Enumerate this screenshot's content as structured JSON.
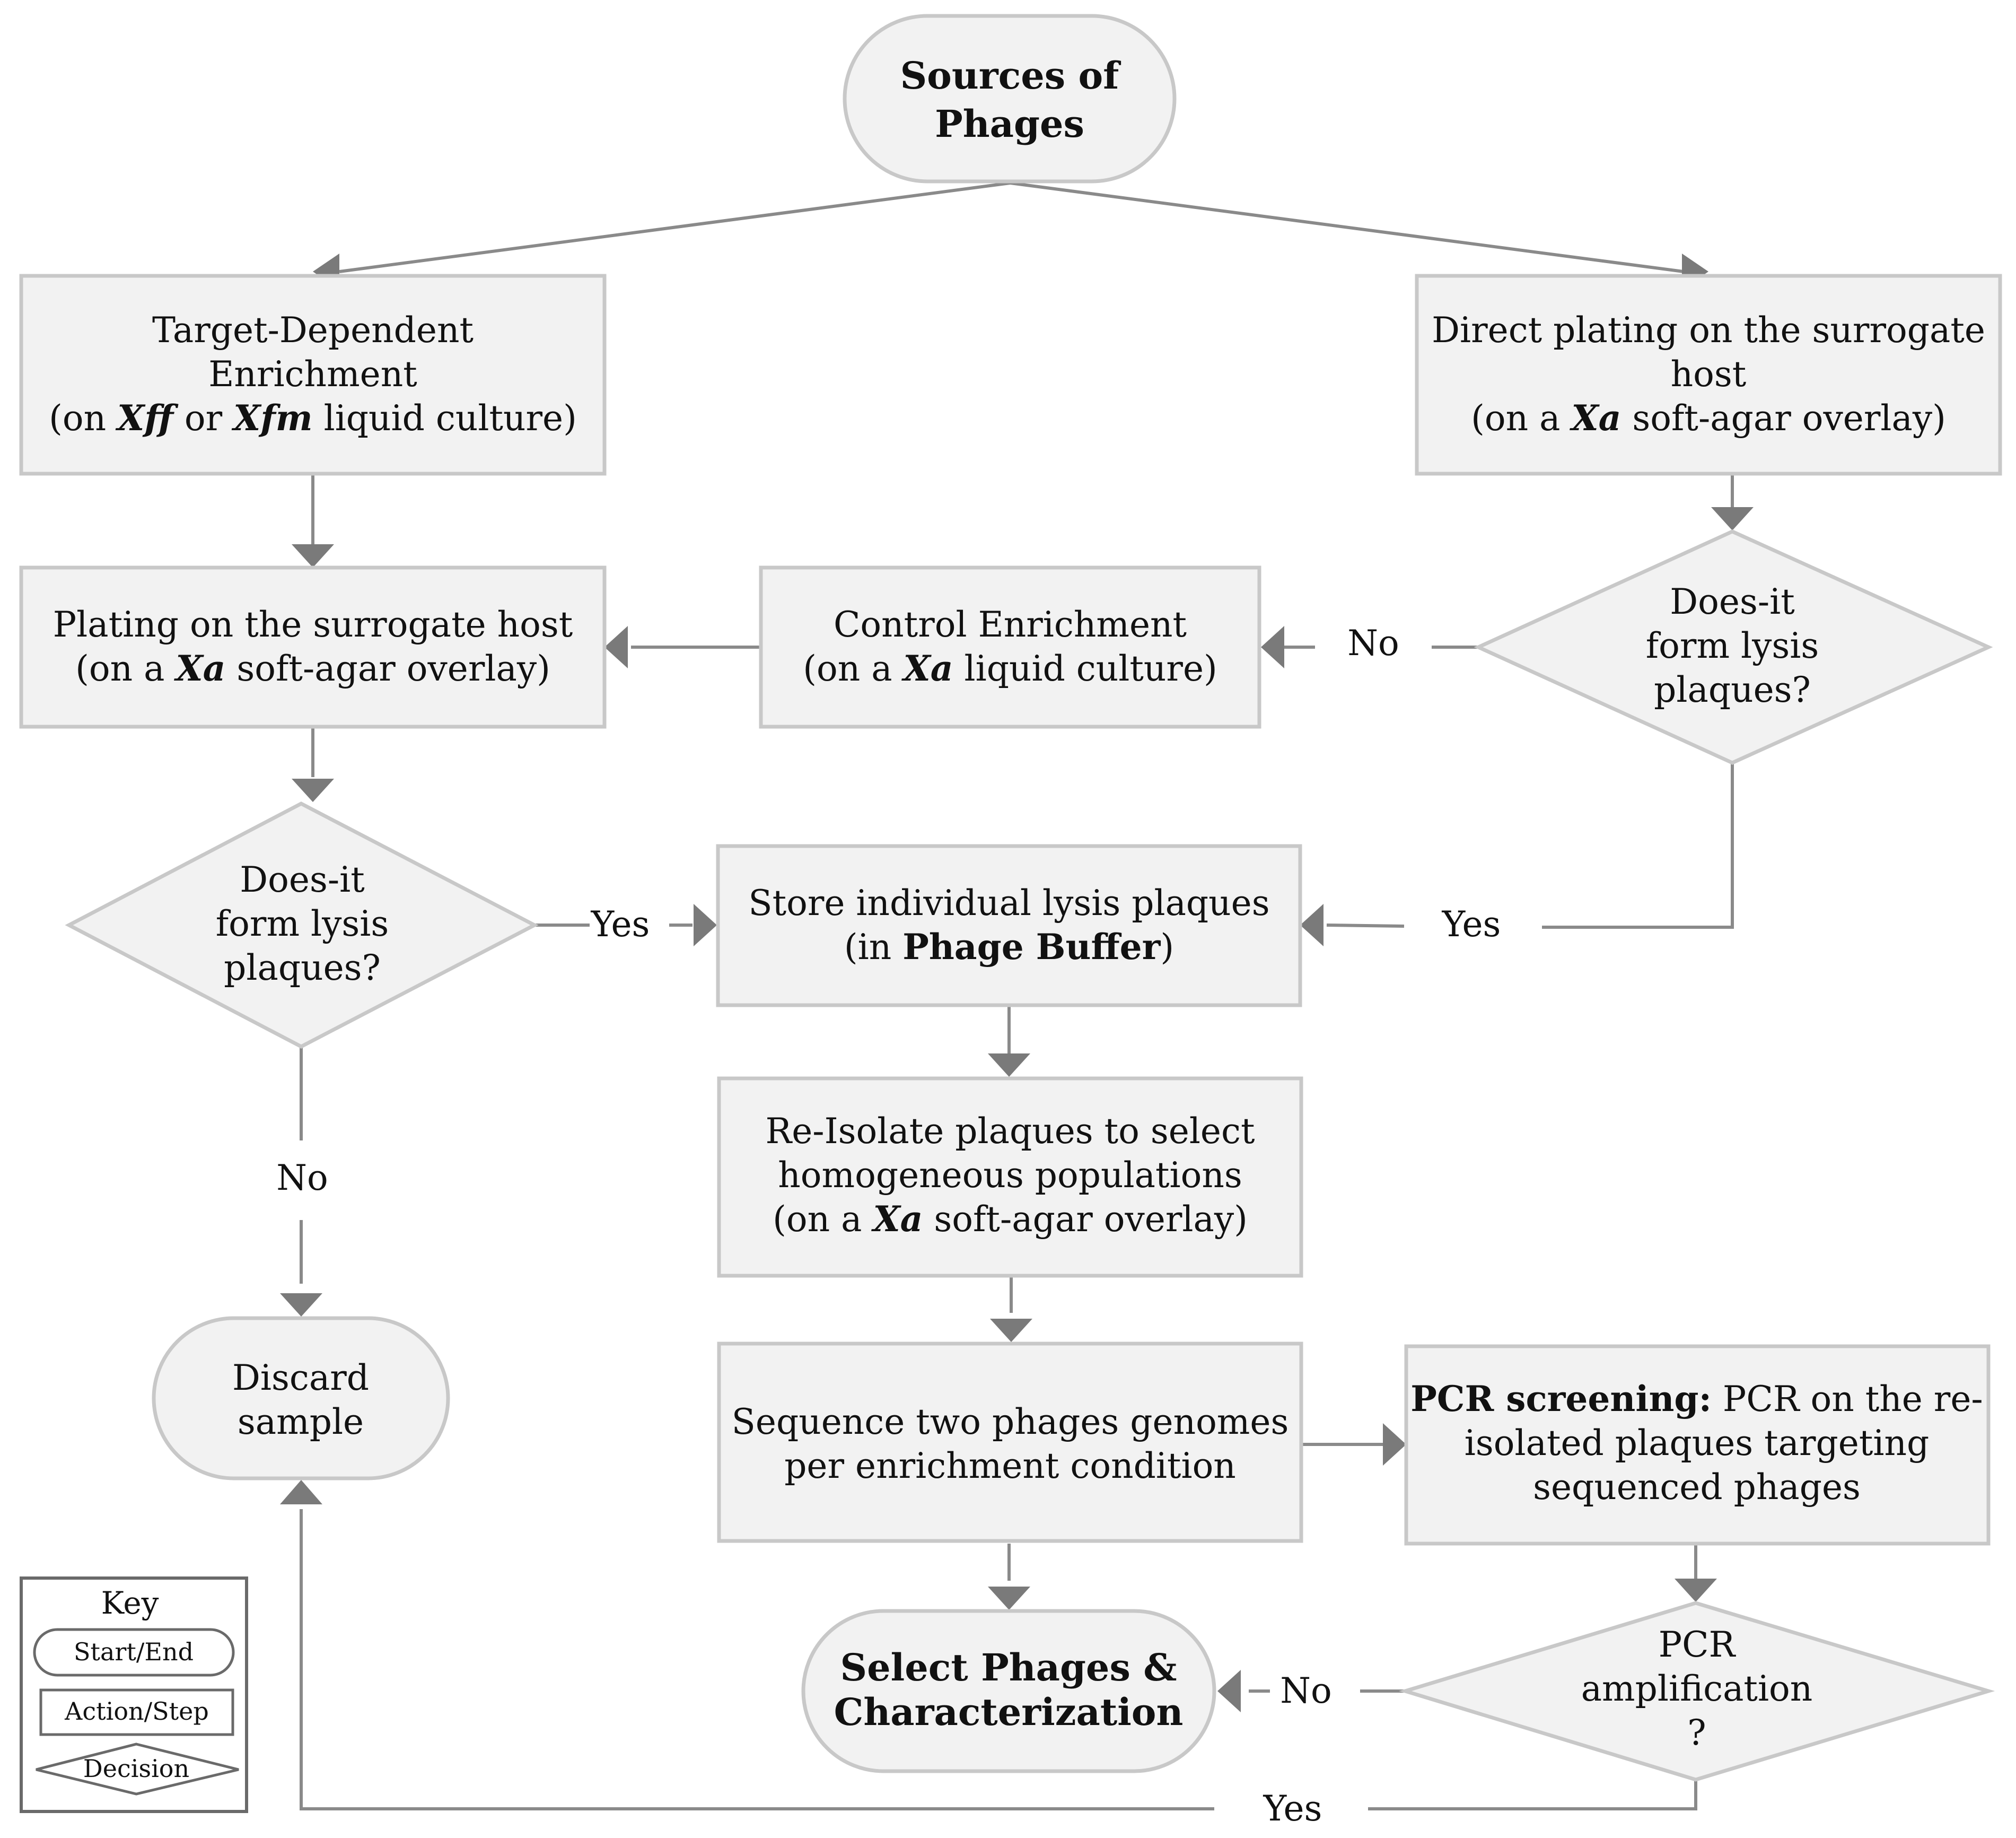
{
  "nodes": {
    "sources": {
      "line1": "Sources of",
      "line2": "Phages"
    },
    "target_dependent": {
      "line1": "Target-Dependent",
      "line2": "Enrichment",
      "line3_pre": "(on ",
      "line3_xff": "Xff",
      "line3_mid": " or ",
      "line3_xfm": "Xfm",
      "line3_post": " liquid culture)"
    },
    "direct_plating": {
      "line1": "Direct plating on the surrogate",
      "line2": "host",
      "line3_pre": "(on a ",
      "line3_xa": "Xa",
      "line3_post": " soft-agar overlay)"
    },
    "plating_surrogate": {
      "line1": "Plating on the surrogate host",
      "line2_pre": "(on a ",
      "line2_xa": "Xa",
      "line2_post": " soft-agar overlay)"
    },
    "control_enrichment": {
      "line1": "Control Enrichment",
      "line2_pre": "(on a ",
      "line2_xa": "Xa",
      "line2_post": " liquid culture)"
    },
    "decision_right": {
      "line1": "Does-it",
      "line2": "form lysis",
      "line3": "plaques?"
    },
    "decision_left": {
      "line1": "Does-it",
      "line2": "form lysis",
      "line3": "plaques?"
    },
    "store_plaques": {
      "line1": "Store individual lysis plaques",
      "line2_pre": "(in ",
      "line2_bold": "Phage Buffer",
      "line2_post": ")"
    },
    "reisolate": {
      "line1": "Re-Isolate plaques to select",
      "line2": "homogeneous populations",
      "line3_pre": "(on a ",
      "line3_xa": "Xa",
      "line3_post": " soft-agar overlay)"
    },
    "sequence": {
      "line1": "Sequence two phages genomes",
      "line2": "per enrichment condition"
    },
    "pcr_screening": {
      "line1_bold": "PCR screening:",
      "line1_post": " PCR on the re-",
      "line2": "isolated plaques targeting",
      "line3": "sequenced phages"
    },
    "discard": {
      "line1": "Discard",
      "line2": "sample"
    },
    "pcr_decision": {
      "line1": "PCR",
      "line2": "amplification",
      "line3": "?"
    },
    "select_phages": {
      "line1": "Select Phages &",
      "line2": "Characterization"
    }
  },
  "edge_labels": {
    "no_right": "No",
    "yes_left": "Yes",
    "yes_right": "Yes",
    "no_left": "No",
    "no_pcr": "No",
    "yes_pcr": "Yes"
  },
  "key": {
    "title": "Key",
    "start_end": "Start/End",
    "action_step": "Action/Step",
    "decision": "Decision"
  }
}
